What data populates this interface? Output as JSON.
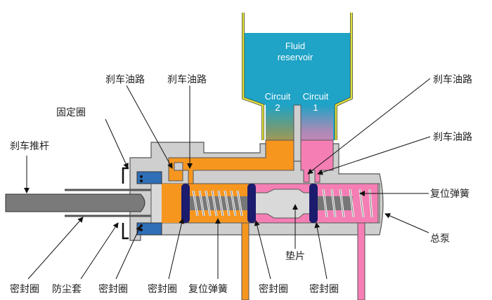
{
  "reservoir": {
    "title_line1": "Fluid",
    "title_line2": "reservoir",
    "circuit2_line1": "Circuit",
    "circuit2_line2": "2",
    "circuit1_line1": "Circuit",
    "circuit1_line2": "1"
  },
  "labels": {
    "push_rod": "刹车推杆",
    "retaining_ring": "固定圈",
    "oil_line_a": "刹车油路",
    "oil_line_b": "刹车油路",
    "oil_line_c": "刹车油路",
    "oil_line_d": "刹车油路",
    "return_spring_right": "复位弹簧",
    "master_cylinder": "总泵",
    "spacer": "垫片",
    "seal_1": "密封圈",
    "dust_boot": "防尘套",
    "seal_2": "密封圈",
    "seal_3": "密封圈",
    "return_spring_bottom": "复位弹簧",
    "seal_4": "密封圈",
    "seal_5": "密封圈"
  },
  "colors": {
    "reservoir_fluid": "#1fa3c6",
    "circuit2": "#f7961f",
    "circuit1": "#f57fb4",
    "body": "#cfcfcf",
    "seal": "#1c1c6e",
    "wiper": "#2f6fb8",
    "reservoir_wall": "#dfe23a"
  }
}
